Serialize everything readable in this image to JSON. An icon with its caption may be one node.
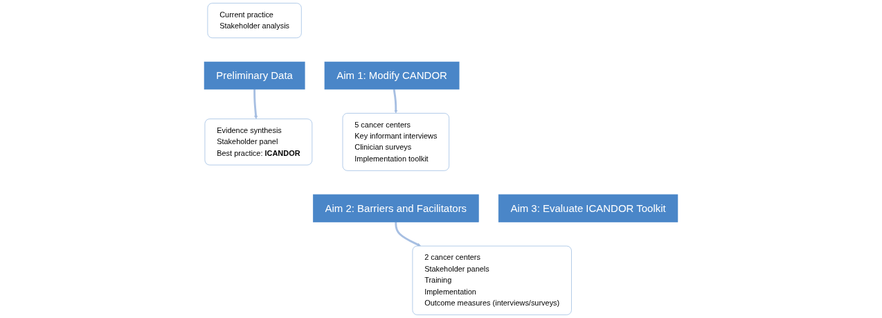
{
  "diagram": {
    "nodes": [
      {
        "text": [
          "Current practice",
          "Stakeholder analysis"
        ]
      },
      {
        "text": [
          "Preliminary Data"
        ]
      },
      {
        "text": [
          "Aim 1: Modify CANDOR"
        ]
      },
      {
        "text": [
          "Evidence synthesis",
          "Stakeholder panel",
          "Best practice: **ICANDOR**"
        ]
      },
      {
        "text": [
          "5 cancer centers",
          "Key informant interviews",
          "Clinician surveys",
          "Implementation toolkit"
        ]
      },
      {
        "text": [
          "Aim 2: Barriers and Facilitators"
        ]
      },
      {
        "text": [
          "Aim 3: Evaluate ICANDOR Toolkit"
        ]
      },
      {
        "text": [
          "2 cancer centers",
          "Stakeholder panels",
          "Training",
          "Implementation",
          "Outcome measures (interviews/surveys)"
        ]
      }
    ],
    "edges": [
      {
        "from": 1,
        "to": 3,
        "arrow": "to"
      },
      {
        "from": 2,
        "to": 4,
        "arrow": "to"
      },
      {
        "from": 5,
        "to": 7,
        "arrow": "to"
      }
    ]
  }
}
